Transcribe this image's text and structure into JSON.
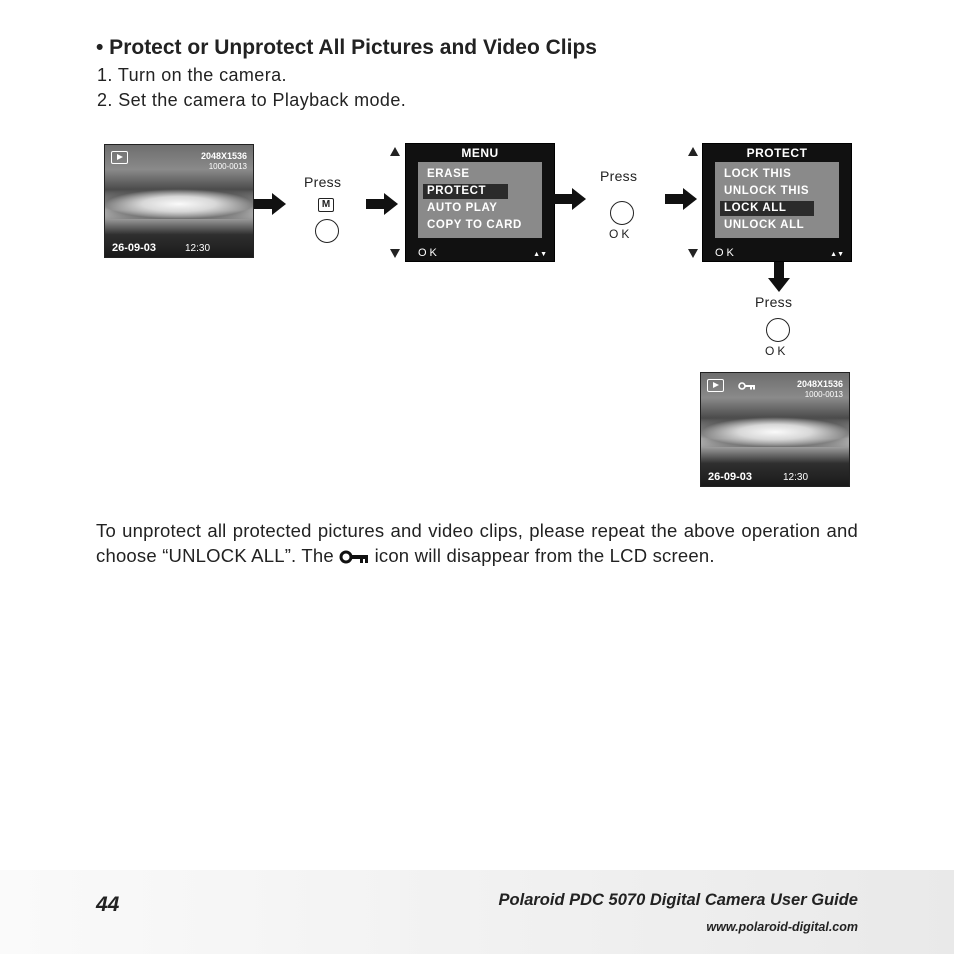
{
  "heading": "• Protect or Unprotect All Pictures and Video Clips",
  "steps": [
    "1.  Turn on the camera.",
    "2.  Set the camera to Playback mode."
  ],
  "photo1": {
    "resolution": "2048X1536",
    "file_no": "1000-0013",
    "date": "26-09-03",
    "time": "12:30"
  },
  "photo2": {
    "resolution": "2048X1536",
    "file_no": "1000-0013",
    "date": "26-09-03",
    "time": "12:30"
  },
  "press_label": "Press",
  "m_button_label": "M",
  "ok_button_label": "OK",
  "menu_screen": {
    "title": "MENU",
    "items": [
      "ERASE",
      "PROTECT",
      "AUTO PLAY",
      "COPY TO CARD"
    ],
    "selected": "PROTECT",
    "ok": "OK"
  },
  "protect_screen": {
    "title": "PROTECT",
    "items": [
      "LOCK THIS",
      "UNLOCK THIS",
      "LOCK ALL",
      "UNLOCK ALL"
    ],
    "selected": "LOCK ALL",
    "ok": "OK"
  },
  "paragraph": {
    "before_icon": "To unprotect all protected pictures and video clips, please repeat the above operation and choose “UNLOCK ALL”. The",
    "after_icon": "icon will disappear from the LCD screen."
  },
  "footer": {
    "page_number": "44",
    "guide_title": "Polaroid PDC 5070 Digital Camera User Guide",
    "url": "www.polaroid-digital.com"
  },
  "icons": {
    "play": "playback-icon",
    "key": "key-protect-icon",
    "up_down": "up-down-arrows-icon"
  }
}
